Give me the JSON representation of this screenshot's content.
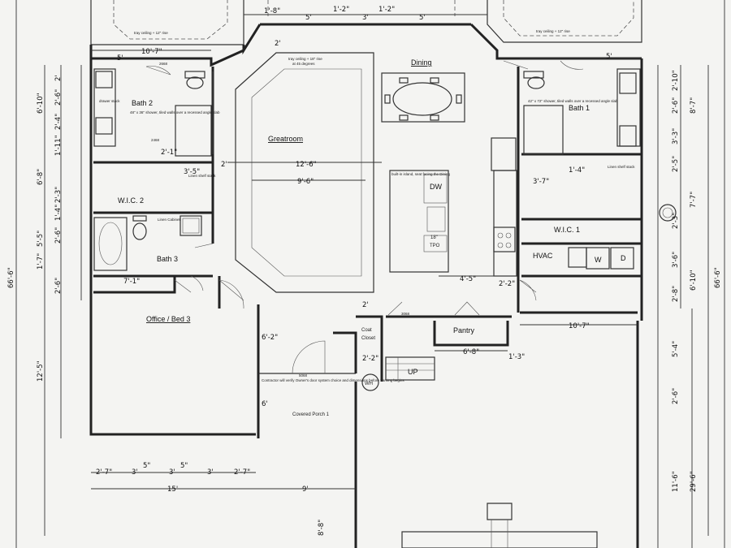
{
  "rooms": {
    "dining": "Dining",
    "greatroom": "Greatroom",
    "bath1": "Bath 1",
    "bath2": "Bath 2",
    "bath3": "Bath 3",
    "wic1": "W.I.C. 1",
    "wic2": "W.I.C. 2",
    "office": "Office / Bed 3",
    "pantry": "Pantry",
    "coat_closet_1": "Coat",
    "coat_closet_2": "Closet",
    "covered_porch": "Covered Porch 1",
    "hvac": "HVAC",
    "up": "UP",
    "wh": "WH",
    "dw": "DW",
    "tpo": "TPO",
    "w": "W",
    "d": "D"
  },
  "notes": {
    "tray_left": "tray ceiling + 12\" rise",
    "tray_right": "tray ceiling + 12\" rise",
    "tray_center_1": "tray ceiling + 18\" rise",
    "tray_center_2": "at 45 degrees",
    "shower_left": "48\" x 36\" shower, tiled walls over a recessed angle slab",
    "shower_right": "42\" x 72\" shower, tiled walls over a recessed angle slab",
    "linen_shelf_left": "Linen shelf stack",
    "linen_shelf_right": "Linen shelf stack",
    "linen_cabinet": "Linen Cabinet",
    "island_note": "built-in island, seat facing the Dining",
    "drawer_stack": "drawer stack",
    "contractor_note": "Contractor will verify Owner's door system choice and dimensions before framing begins",
    "door_5068": "5068",
    "door_2468": "2468",
    "door_3068": "3068",
    "door_2668": "2668"
  },
  "dims": {
    "top_1_8": "1'-8\"",
    "top_5a": "5'",
    "top_1_2a": "1'-2\"",
    "top_3": "3'",
    "top_1_2b": "1'-2\"",
    "top_5b": "5'",
    "top_10_7": "10'-7\"",
    "top_5_left": "5'",
    "top_5_right": "5'",
    "top_2": "2'",
    "gr_12_6": "12'-6\"",
    "gr_9_6": "9'-6\"",
    "gr_2": "2'",
    "b2_3_5": "3'-5\"",
    "b2_2_1": "2'-1\"",
    "b1_3_7": "3'-7\"",
    "b1_1_4": "1'-4\"",
    "b3_7_1": "7'-1\"",
    "k_4_5": "4'-5\"",
    "k_2_2": "2'-2\"",
    "k_18": "18\"",
    "k_2": "2'",
    "p_10_7": "10'-7\"",
    "p_6_8": "6'-8\"",
    "p_1_3": "1'-3\"",
    "p_2_2": "2'-2\"",
    "p_6_2": "6'-2\"",
    "p_6": "6'",
    "p_9": "9'",
    "b_2_7a": "2'-7\"",
    "b_3a": "3'",
    "b_5a": "5\"",
    "b_3b": "3'",
    "b_5b": "5\"",
    "b_3c": "3'",
    "b_2_7b": "2'-7\"",
    "b_15": "15'",
    "b_8_8": "8'-8\"",
    "l_2": "2'",
    "l_6_10": "6'-10\"",
    "l_2_6a": "2'-6\"",
    "l_2_4": "2'-4\"",
    "l_1_11": "1'-11\"",
    "l_6_8": "6'-8\"",
    "l_2_3": "2'-3\"",
    "l_1_4": "1'-4\"",
    "l_5_5": "5'-5\"",
    "l_2_6b": "2'-6\"",
    "l_1_7": "1'-7\"",
    "l_2_6c": "2'-6\"",
    "l_12_5": "12'-5\"",
    "l_66_6": "66'-6\"",
    "r_2_10": "2'-10\"",
    "r_2_6a": "2'-6\"",
    "r_8_7": "8'-7\"",
    "r_3_3": "3'-3\"",
    "r_2_5": "2'-5\"",
    "r_7_7": "7'-7\"",
    "r_2_3": "2'-3\"",
    "r_3_6": "3'-6\"",
    "r_6_10": "6'-10\"",
    "r_2_8": "2'-8\"",
    "r_5_4": "5'-4\"",
    "r_2_6b": "2'-6\"",
    "r_11_6": "11'-6\"",
    "r_29_6": "29'-6\"",
    "r_66_6": "66'-6\""
  }
}
